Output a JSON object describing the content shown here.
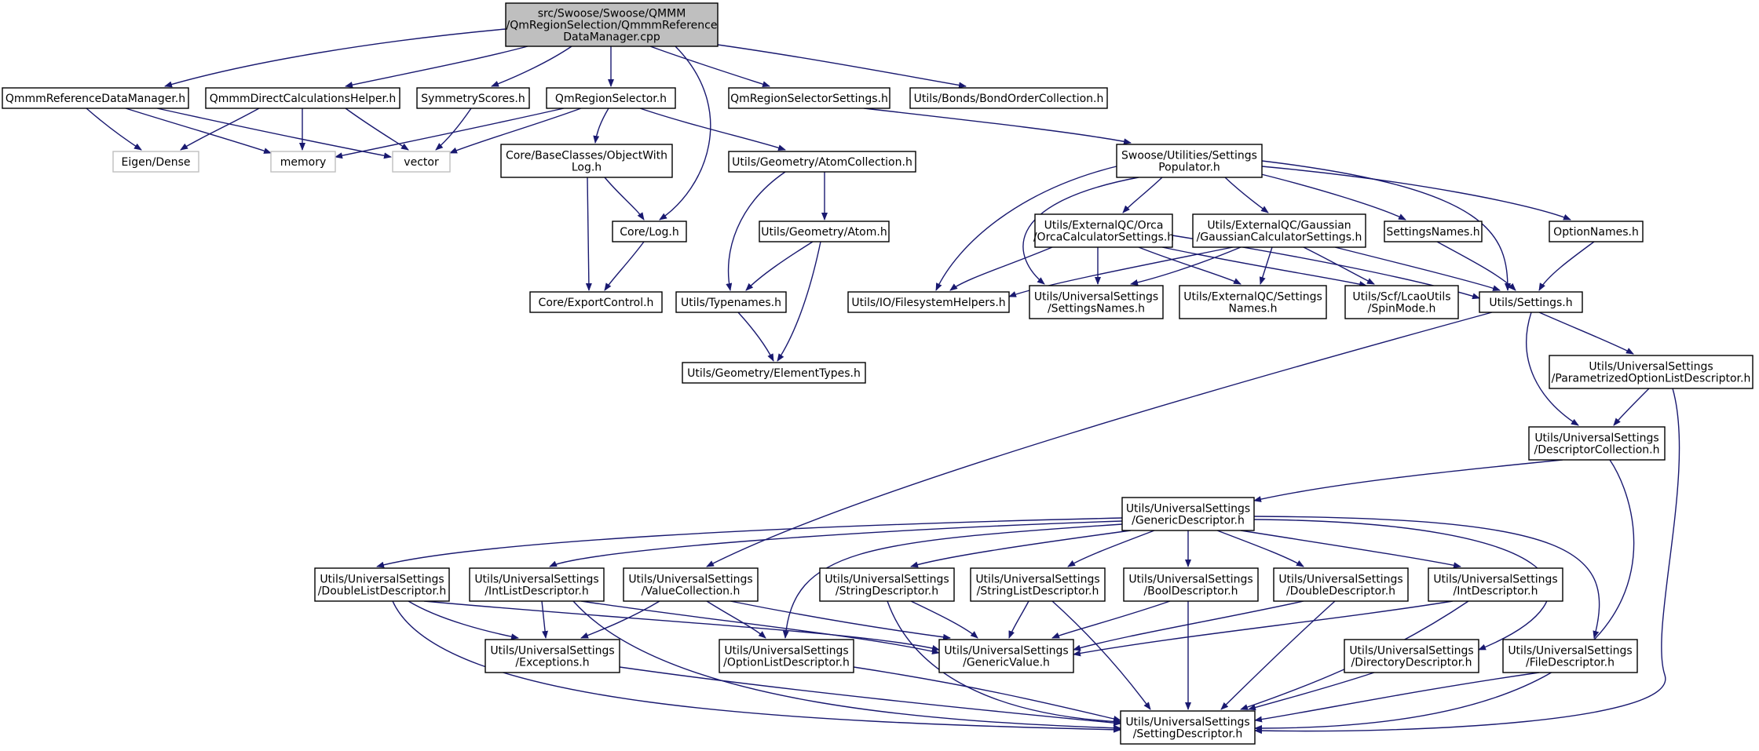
{
  "graph": {
    "edge_color": "#191970",
    "root_fill": "#bfbfbf",
    "system_border": "#bfbfbf",
    "nodes": [
      {
        "id": "root",
        "lines": [
          "src/Swoose/Swoose/QMMM",
          "/QmRegionSelection/QmmmReference",
          "DataManager.cpp"
        ]
      },
      {
        "id": "qmmmrefdm",
        "lines": [
          "QmmmReferenceDataManager.h"
        ]
      },
      {
        "id": "qmmmdirect",
        "lines": [
          "QmmmDirectCalculationsHelper.h"
        ]
      },
      {
        "id": "symscores",
        "lines": [
          "SymmetryScores.h"
        ]
      },
      {
        "id": "qmregsel",
        "lines": [
          "QmRegionSelector.h"
        ]
      },
      {
        "id": "qmregselset",
        "lines": [
          "QmRegionSelectorSettings.h"
        ]
      },
      {
        "id": "bondorder",
        "lines": [
          "Utils/Bonds/BondOrderCollection.h"
        ]
      },
      {
        "id": "eigen",
        "lines": [
          "Eigen/Dense"
        ]
      },
      {
        "id": "memory",
        "lines": [
          "memory"
        ]
      },
      {
        "id": "vector",
        "lines": [
          "vector"
        ]
      },
      {
        "id": "objlog",
        "lines": [
          "Core/BaseClasses/ObjectWith",
          "Log.h"
        ]
      },
      {
        "id": "atomcoll",
        "lines": [
          "Utils/Geometry/AtomCollection.h"
        ]
      },
      {
        "id": "settpop",
        "lines": [
          "Swoose/Utilities/Settings",
          "Populator.h"
        ]
      },
      {
        "id": "corelog",
        "lines": [
          "Core/Log.h"
        ]
      },
      {
        "id": "atom",
        "lines": [
          "Utils/Geometry/Atom.h"
        ]
      },
      {
        "id": "orca",
        "lines": [
          "Utils/ExternalQC/Orca",
          "/OrcaCalculatorSettings.h"
        ]
      },
      {
        "id": "gaussian",
        "lines": [
          "Utils/ExternalQC/Gaussian",
          "/GaussianCalculatorSettings.h"
        ]
      },
      {
        "id": "settnames",
        "lines": [
          "SettingsNames.h"
        ]
      },
      {
        "id": "optnames",
        "lines": [
          "OptionNames.h"
        ]
      },
      {
        "id": "exportctl",
        "lines": [
          "Core/ExportControl.h"
        ]
      },
      {
        "id": "typenames",
        "lines": [
          "Utils/Typenames.h"
        ]
      },
      {
        "id": "fshelpers",
        "lines": [
          "Utils/IO/FilesystemHelpers.h"
        ]
      },
      {
        "id": "usettnames",
        "lines": [
          "Utils/UniversalSettings",
          "/SettingsNames.h"
        ]
      },
      {
        "id": "extqcnames",
        "lines": [
          "Utils/ExternalQC/Settings",
          "Names.h"
        ]
      },
      {
        "id": "spinmode",
        "lines": [
          "Utils/Scf/LcaoUtils",
          "/SpinMode.h"
        ]
      },
      {
        "id": "settings",
        "lines": [
          "Utils/Settings.h"
        ]
      },
      {
        "id": "elemtypes",
        "lines": [
          "Utils/Geometry/ElementTypes.h"
        ]
      },
      {
        "id": "paramopt",
        "lines": [
          "Utils/UniversalSettings",
          "/ParametrizedOptionListDescriptor.h"
        ]
      },
      {
        "id": "desccoll",
        "lines": [
          "Utils/UniversalSettings",
          "/DescriptorCollection.h"
        ]
      },
      {
        "id": "genericdesc",
        "lines": [
          "Utils/UniversalSettings",
          "/GenericDescriptor.h"
        ]
      },
      {
        "id": "dbllist",
        "lines": [
          "Utils/UniversalSettings",
          "/DoubleListDescriptor.h"
        ]
      },
      {
        "id": "intlist",
        "lines": [
          "Utils/UniversalSettings",
          "/IntListDescriptor.h"
        ]
      },
      {
        "id": "valuecoll",
        "lines": [
          "Utils/UniversalSettings",
          "/ValueCollection.h"
        ]
      },
      {
        "id": "stringdesc",
        "lines": [
          "Utils/UniversalSettings",
          "/StringDescriptor.h"
        ]
      },
      {
        "id": "strlist",
        "lines": [
          "Utils/UniversalSettings",
          "/StringListDescriptor.h"
        ]
      },
      {
        "id": "booldesc",
        "lines": [
          "Utils/UniversalSettings",
          "/BoolDescriptor.h"
        ]
      },
      {
        "id": "dbldesc",
        "lines": [
          "Utils/UniversalSettings",
          "/DoubleDescriptor.h"
        ]
      },
      {
        "id": "intdesc",
        "lines": [
          "Utils/UniversalSettings",
          "/IntDescriptor.h"
        ]
      },
      {
        "id": "exceptions",
        "lines": [
          "Utils/UniversalSettings",
          "/Exceptions.h"
        ]
      },
      {
        "id": "optlist",
        "lines": [
          "Utils/UniversalSettings",
          "/OptionListDescriptor.h"
        ]
      },
      {
        "id": "genericval",
        "lines": [
          "Utils/UniversalSettings",
          "/GenericValue.h"
        ]
      },
      {
        "id": "dirdesc",
        "lines": [
          "Utils/UniversalSettings",
          "/DirectoryDescriptor.h"
        ]
      },
      {
        "id": "filedesc",
        "lines": [
          "Utils/UniversalSettings",
          "/FileDescriptor.h"
        ]
      },
      {
        "id": "settdesc",
        "lines": [
          "Utils/UniversalSettings",
          "/SettingDescriptor.h"
        ]
      }
    ]
  }
}
